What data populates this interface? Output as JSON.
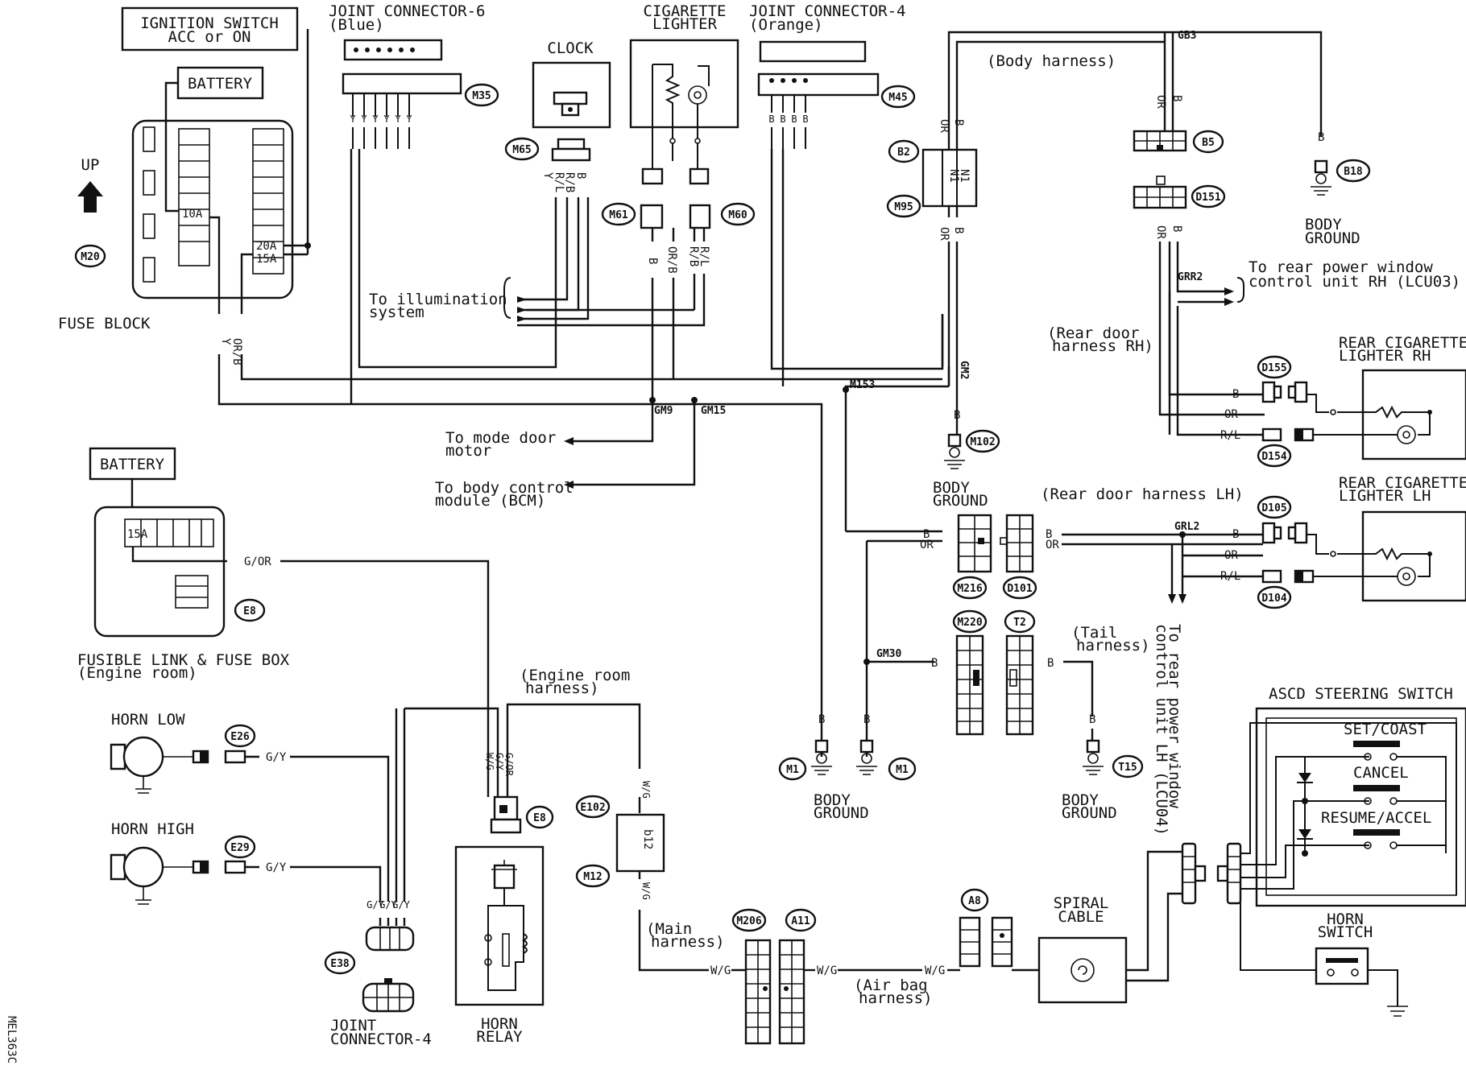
{
  "labels": {
    "ign1": "IGNITION SWITCH",
    "ign2": "ACC or ON",
    "battery": "BATTERY",
    "up": "UP",
    "fuse_block": "FUSE BLOCK",
    "fuse_10a": "10A",
    "fuse_20a": "20A",
    "fuse_15a": "15A",
    "fuse_15a_b": "15A",
    "jc6_1": "JOINT CONNECTOR-6",
    "jc6_2": "(Blue)",
    "clock": "CLOCK",
    "cig1": "CIGARETTE",
    "cig2": "LIGHTER",
    "jc4_1": "JOINT CONNECTOR-4",
    "jc4_2": "(Orange)",
    "body_harness": "(Body harness)",
    "illum1": "To illumination",
    "illum2": "system",
    "mode1": "To mode door",
    "mode2": "motor",
    "bcm1": "To body control",
    "bcm2": "module (BCM)",
    "fl1": "FUSIBLE LINK & FUSE BOX",
    "fl2": "(Engine room)",
    "eng_h1": "(Engine room",
    "eng_h2": "harness)",
    "horn_low": "HORN LOW",
    "horn_high": "HORN HIGH",
    "jc4b_1": "JOINT",
    "jc4b_2": "CONNECTOR-4",
    "horn_relay1": "HORN",
    "horn_relay2": "RELAY",
    "main_h1": "(Main",
    "main_h2": "harness)",
    "airbag1": "(Air bag",
    "airbag2": "harness)",
    "spiral1": "SPIRAL",
    "spiral2": "CABLE",
    "horn_sw1": "HORN",
    "horn_sw2": "SWITCH",
    "ascd": "ASCD STEERING SWITCH",
    "set": "SET/COAST",
    "cancel": "CANCEL",
    "resume": "RESUME/ACCEL",
    "body_gnd1": "BODY",
    "body_gnd2": "GROUND",
    "rear_rh1": "To rear power window",
    "rear_rh2": "control unit RH (LCU03)",
    "rear_door_rh1": "(Rear door",
    "rear_door_rh2": "harness RH)",
    "rcl_rh1": "REAR CIGARETTE",
    "rcl_rh2": "LIGHTER RH",
    "rear_door_lh": "(Rear door harness LH)",
    "rcl_lh1": "REAR CIGARETTE",
    "rcl_lh2": "LIGHTER LH",
    "rear_lh1": "To rear power window",
    "rear_lh2": "control unit LH (LCU04)",
    "tail1": "(Tail",
    "tail2": "harness)",
    "code": "MEL363C"
  },
  "connectors": {
    "M35": "M35",
    "M65": "M65",
    "M61": "M61",
    "M60": "M60",
    "M45": "M45",
    "M20": "M20",
    "B2": "B2",
    "M95": "M95",
    "B5": "B5",
    "D151": "D151",
    "B18": "B18",
    "D155": "D155",
    "D154": "D154",
    "M102": "M102",
    "D105": "D105",
    "D104": "D104",
    "M216": "M216",
    "D101": "D101",
    "M220": "M220",
    "T2": "T2",
    "T15": "T15",
    "M1a": "M1",
    "M1b": "M1",
    "E8a": "E8",
    "E8b": "E8",
    "E26": "E26",
    "E29": "E29",
    "E102": "E102",
    "M12": "M12",
    "E38": "E38",
    "M206": "M206",
    "A11": "A11",
    "A8": "A8"
  },
  "wires": {
    "y": "Y",
    "orb": "OR/B",
    "rb": "R/B",
    "rl": "R/L",
    "b": "B",
    "or": "OR",
    "gor": "G/OR",
    "gy": "G/Y",
    "wg": "W/G",
    "n1": "N1",
    "b12": "b12"
  },
  "splices": {
    "gb3": "GB3",
    "grr2": "GRR2",
    "gm2": "GM2",
    "m153": "M153",
    "gm9": "GM9",
    "gm15": "GM15",
    "grl2": "GRL2",
    "gm30": "GM30"
  }
}
